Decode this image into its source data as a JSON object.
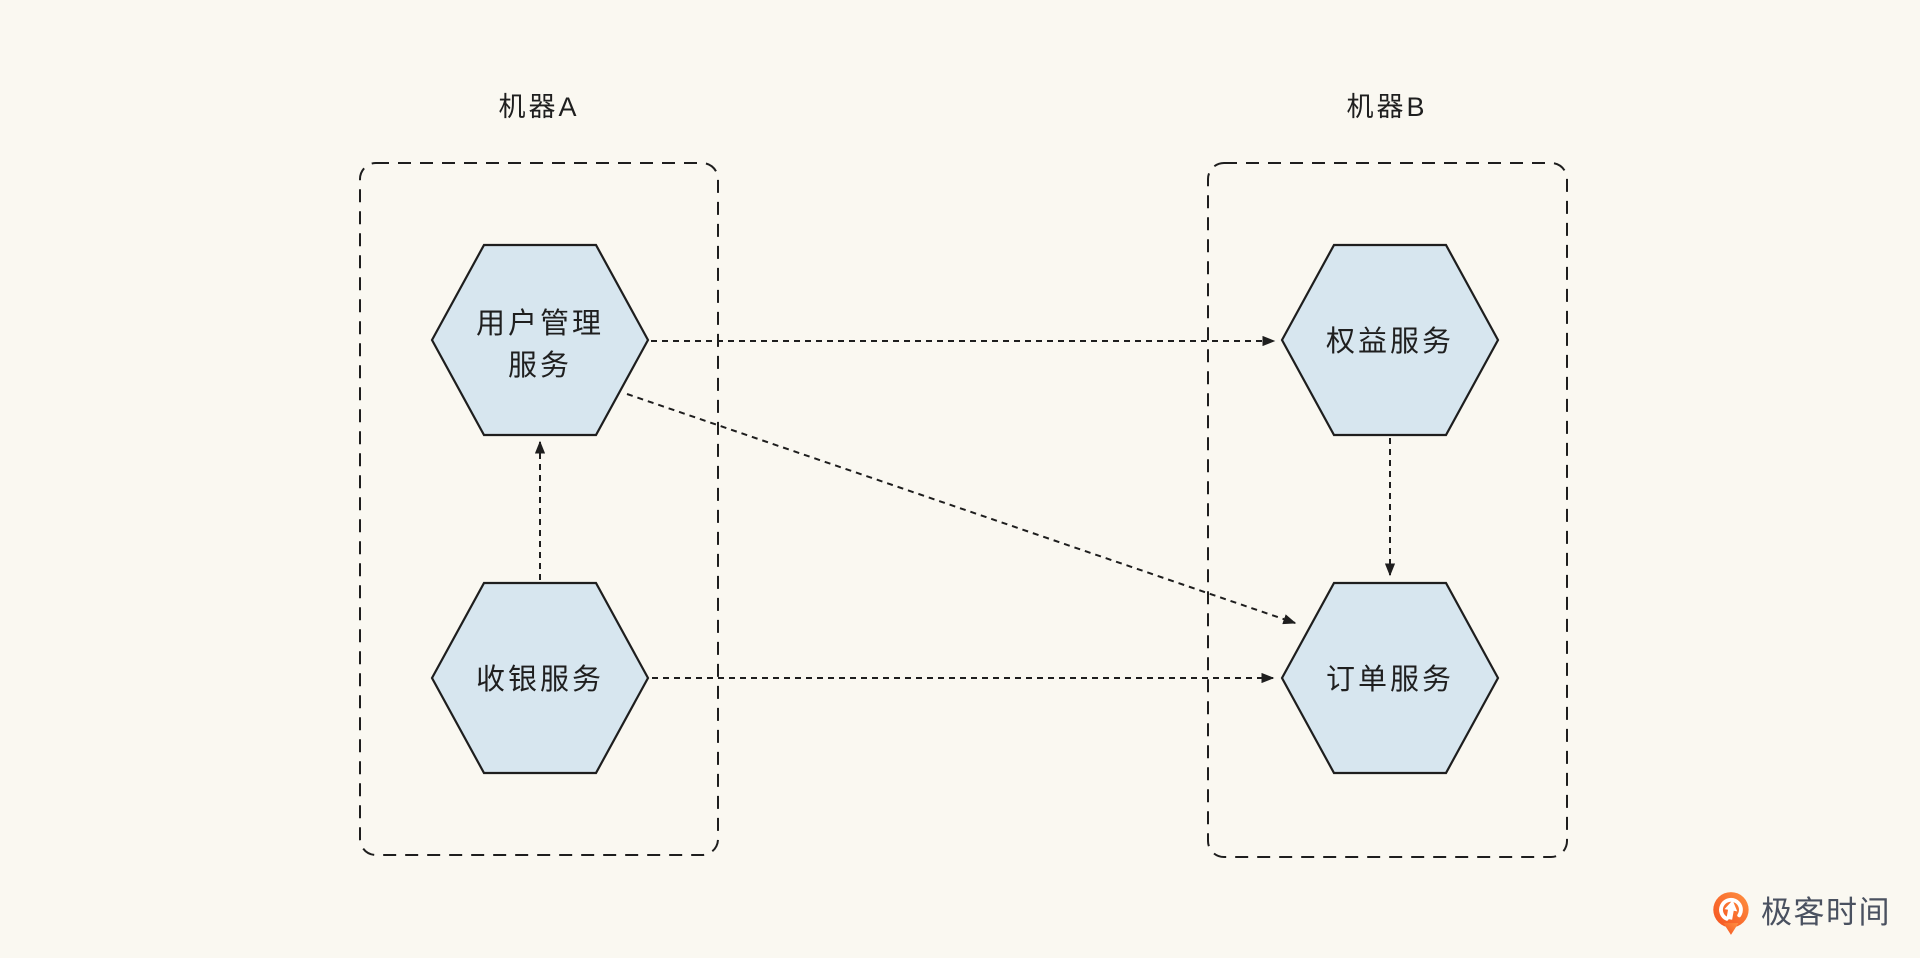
{
  "diagram": {
    "machine_a": {
      "title": "机器A"
    },
    "machine_b": {
      "title": "机器B"
    },
    "nodes": {
      "user_mgmt": {
        "label": "用户管理服务",
        "line1": "用户管理",
        "line2": "服务",
        "machine": "机器A",
        "shape": "hexagon"
      },
      "cashier": {
        "label": "收银服务",
        "machine": "机器A",
        "shape": "hexagon"
      },
      "benefit": {
        "label": "权益服务",
        "machine": "机器B",
        "shape": "hexagon"
      },
      "order": {
        "label": "订单服务",
        "machine": "机器B",
        "shape": "hexagon"
      }
    },
    "edges": [
      {
        "from": "收银服务",
        "to": "用户管理服务",
        "style": "dashed-arrow"
      },
      {
        "from": "用户管理服务",
        "to": "权益服务",
        "style": "dashed-arrow"
      },
      {
        "from": "用户管理服务",
        "to": "订单服务",
        "style": "dashed-arrow"
      },
      {
        "from": "收银服务",
        "to": "订单服务",
        "style": "dashed-arrow"
      },
      {
        "from": "权益服务",
        "to": "订单服务",
        "style": "dashed-arrow"
      }
    ],
    "colors": {
      "background": "#FAF8F1",
      "node_fill": "#D7E6EF",
      "node_stroke": "#1E1E1E",
      "line": "#1E1E1E",
      "text": "#1F1F1F"
    }
  },
  "logo": {
    "text": "极客时间",
    "icon": "geektime-pin-icon",
    "icon_color_start": "#F4511E",
    "icon_color_end": "#FF9142",
    "text_color": "#4A5160"
  }
}
